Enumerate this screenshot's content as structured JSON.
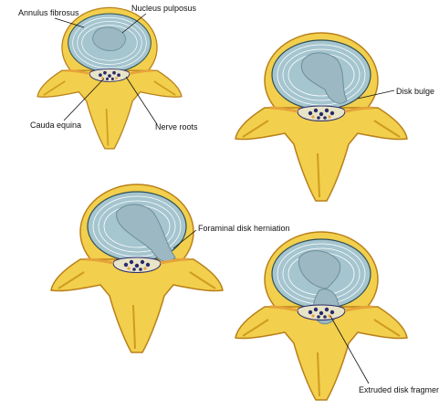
{
  "labels": {
    "annulus_fibrosus": "Annulus fibrosus",
    "nucleus_pulposus": "Nucleus pulposus",
    "cauda_equina": "Cauda equina",
    "nerve_roots": "Nerve roots",
    "disk_bulge": "Disk bulge",
    "foraminal_disk_herniation": "Foraminal disk herniation",
    "extruded_disk_fragment": "Extruded disk fragment"
  },
  "colors": {
    "bone": "#f2cf4c",
    "bone_dark": "#cf9c1e",
    "bone_shadow": "#b9801a",
    "disk_ring": "#a5c5cf",
    "disk_inner": "#cfe3ea",
    "disk_line": "#ffffff",
    "nucleus": "#9cb8c2",
    "nucleus_dark": "#6f8e99",
    "canal": "#e8e4c8",
    "nerve": "#2a2a6a",
    "nerve_root": "#e6a33a"
  }
}
